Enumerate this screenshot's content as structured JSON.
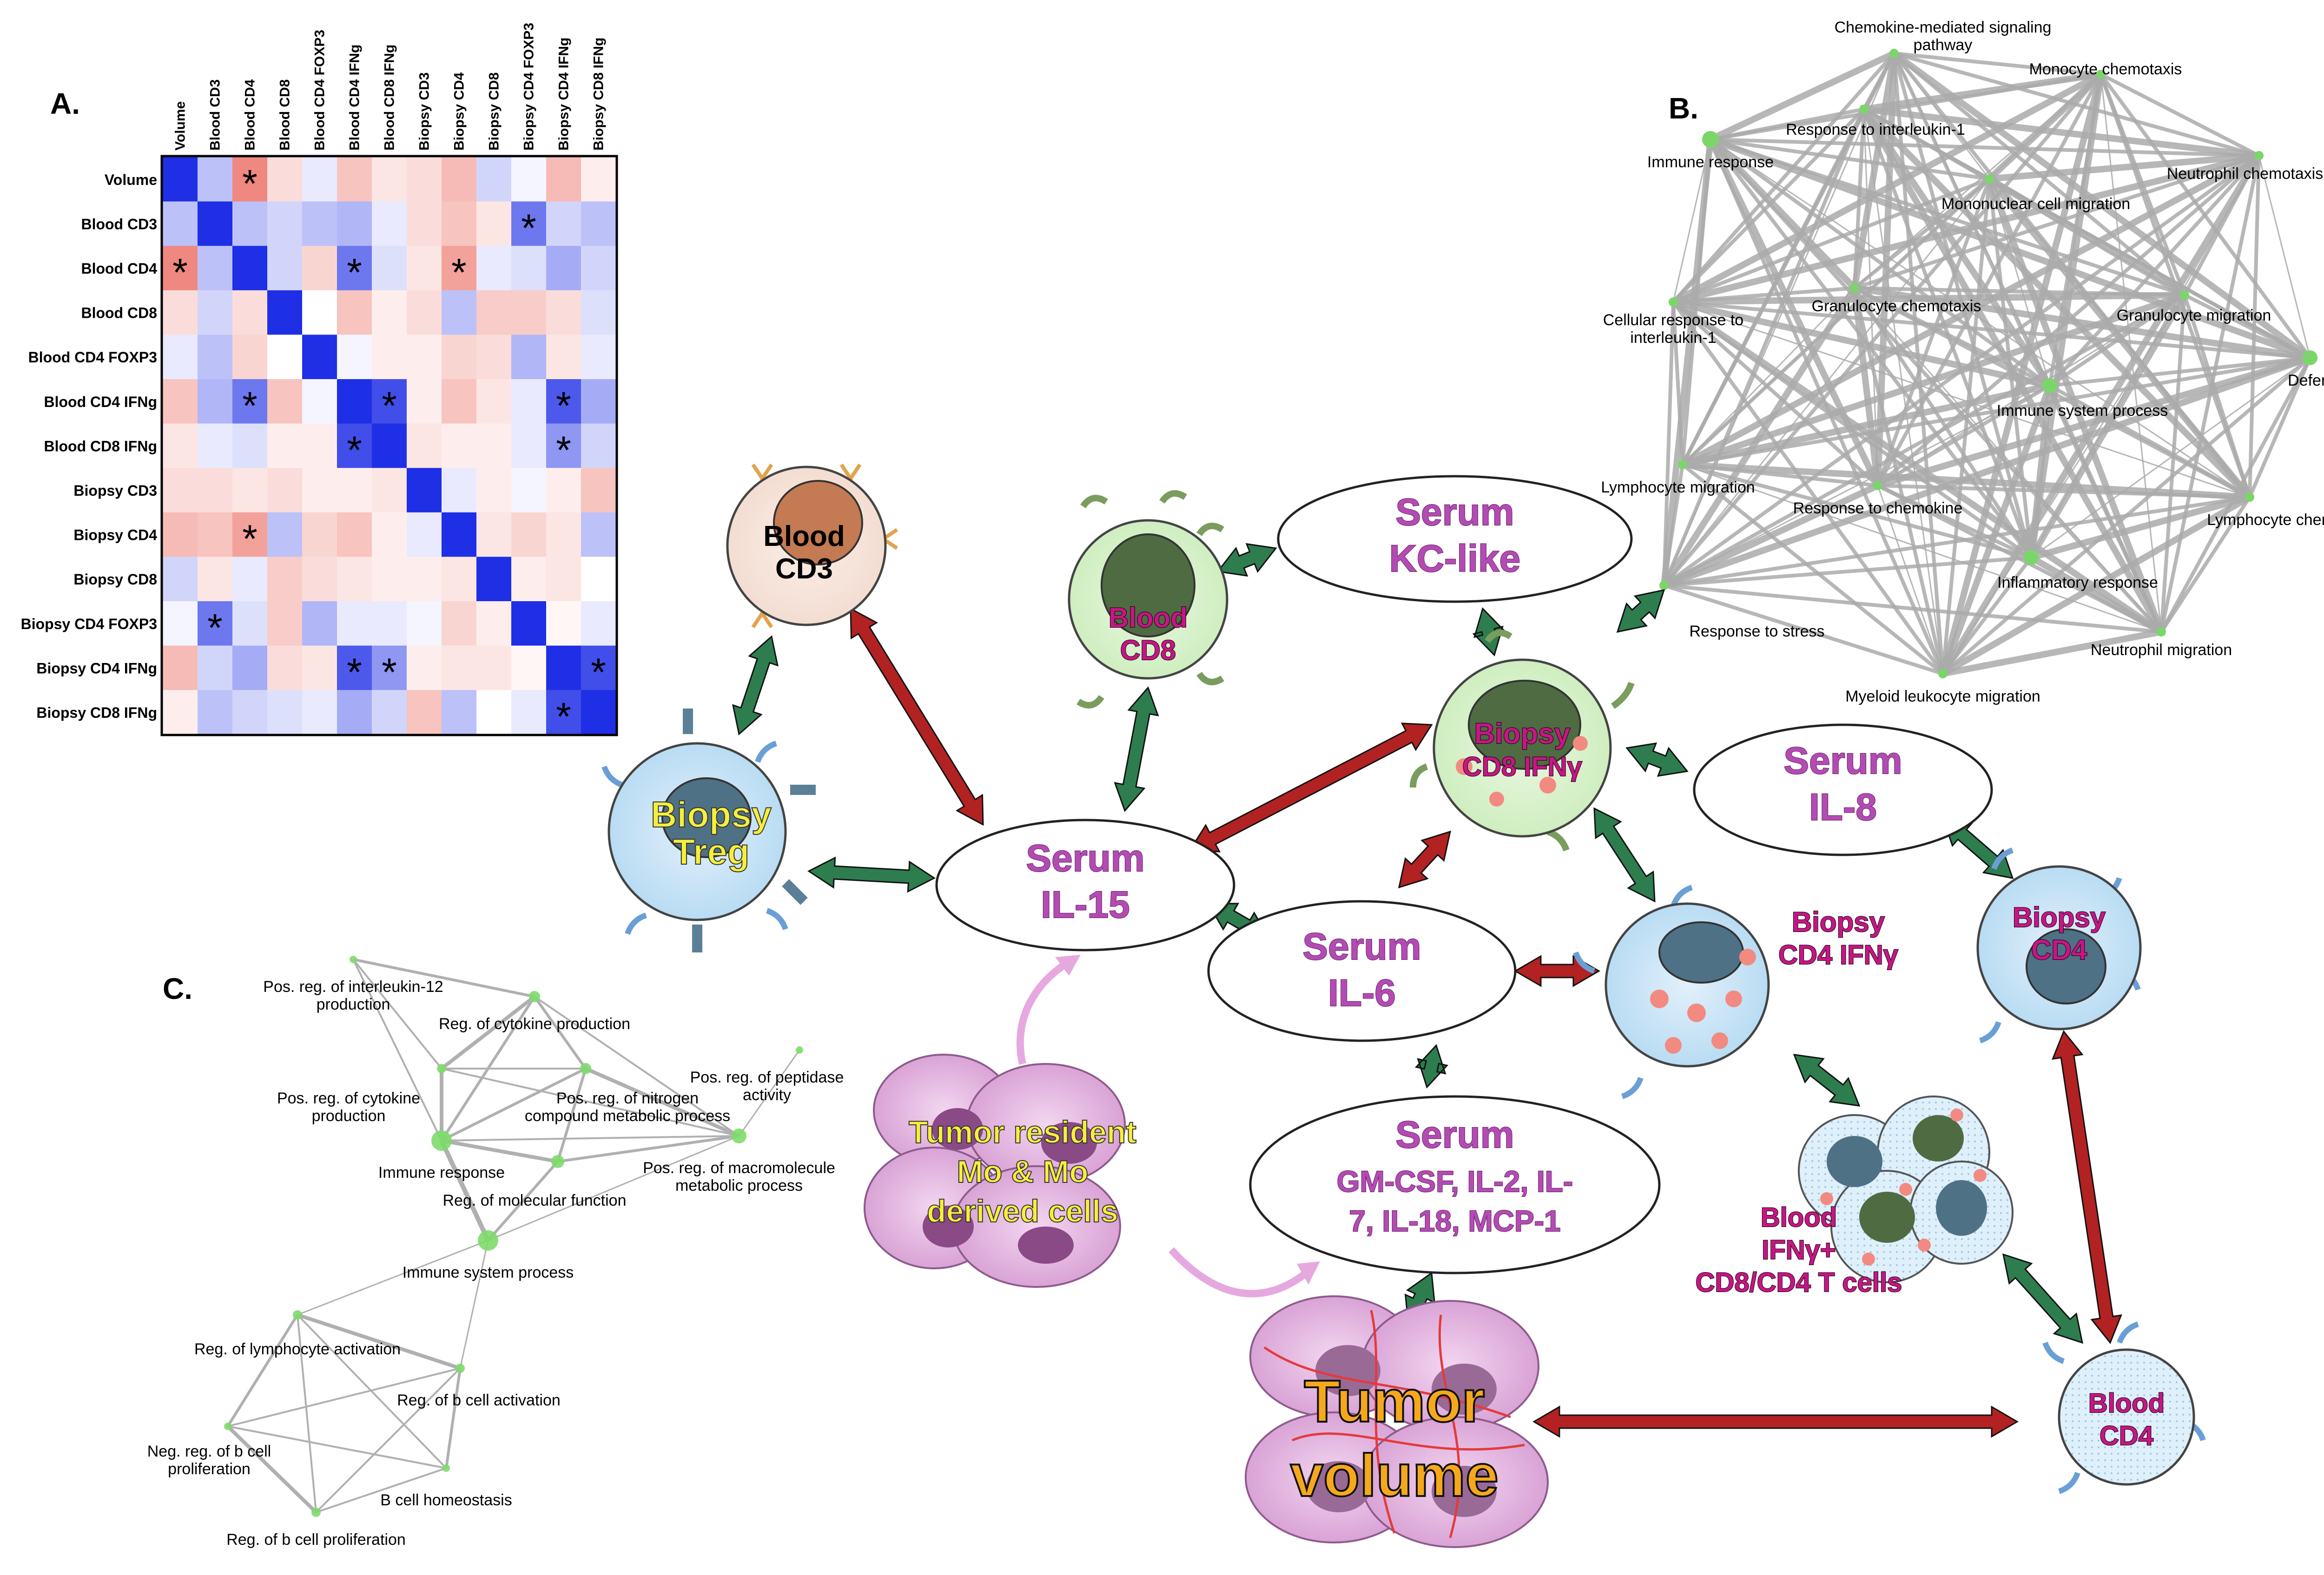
{
  "panels": {
    "A": "A.",
    "B": "B.",
    "C": "C."
  },
  "matrix": {
    "labels": [
      "Volume",
      "Blood CD3",
      "Blood CD4",
      "Blood CD8",
      "Blood CD4 FOXP3",
      "Blood CD4 IFNg",
      "Blood CD8 IFNg",
      "Biopsy CD3",
      "Biopsy CD4",
      "Biopsy CD8",
      "Biopsy CD4 FOXP3",
      "Biopsy CD4 IFNg",
      "Biopsy CD8 IFNg"
    ],
    "values": [
      [
        1.0,
        -0.3,
        0.7,
        0.2,
        -0.1,
        0.35,
        0.15,
        0.2,
        0.4,
        -0.2,
        -0.05,
        0.4,
        0.1
      ],
      [
        -0.3,
        1.0,
        -0.3,
        -0.2,
        -0.3,
        -0.35,
        -0.1,
        0.2,
        0.35,
        0.15,
        -0.65,
        -0.2,
        -0.3
      ],
      [
        0.7,
        -0.3,
        1.0,
        -0.2,
        0.25,
        -0.65,
        -0.15,
        0.15,
        0.55,
        -0.1,
        -0.15,
        -0.4,
        -0.2
      ],
      [
        0.2,
        -0.2,
        0.2,
        1.0,
        0.0,
        0.35,
        0.1,
        0.2,
        -0.3,
        0.3,
        0.3,
        0.2,
        -0.15
      ],
      [
        -0.1,
        -0.3,
        0.25,
        0.0,
        1.0,
        -0.05,
        0.1,
        0.1,
        0.25,
        0.2,
        -0.35,
        0.15,
        -0.1
      ],
      [
        0.35,
        -0.35,
        -0.65,
        0.35,
        -0.05,
        1.0,
        -0.85,
        0.1,
        0.35,
        0.15,
        -0.1,
        -0.8,
        -0.4
      ],
      [
        0.15,
        -0.1,
        -0.15,
        0.1,
        0.1,
        -0.85,
        1.0,
        0.15,
        0.1,
        0.1,
        -0.1,
        -0.5,
        -0.2
      ],
      [
        0.2,
        0.2,
        0.15,
        0.2,
        0.1,
        0.1,
        0.15,
        1.0,
        -0.1,
        0.1,
        -0.05,
        0.1,
        0.35
      ],
      [
        0.4,
        0.35,
        0.55,
        -0.3,
        0.25,
        0.35,
        0.1,
        -0.1,
        1.0,
        0.15,
        0.25,
        0.15,
        -0.3
      ],
      [
        -0.2,
        0.15,
        -0.1,
        0.3,
        0.2,
        0.15,
        0.1,
        0.1,
        0.15,
        1.0,
        0.1,
        0.15,
        0.0
      ],
      [
        -0.05,
        -0.65,
        -0.15,
        0.3,
        -0.35,
        -0.1,
        -0.1,
        -0.05,
        0.25,
        0.1,
        1.0,
        0.05,
        -0.1
      ],
      [
        0.4,
        -0.2,
        -0.4,
        0.2,
        0.15,
        -0.8,
        -0.5,
        0.1,
        0.15,
        0.15,
        0.05,
        1.0,
        -0.85
      ],
      [
        0.1,
        -0.3,
        -0.2,
        -0.15,
        -0.1,
        -0.4,
        -0.2,
        0.35,
        -0.3,
        0.0,
        -0.1,
        -0.85,
        1.0
      ]
    ],
    "stars": [
      [
        0,
        2
      ],
      [
        1,
        10
      ],
      [
        2,
        0
      ],
      [
        2,
        5
      ],
      [
        2,
        8
      ],
      [
        5,
        2
      ],
      [
        5,
        6
      ],
      [
        5,
        11
      ],
      [
        6,
        5
      ],
      [
        6,
        11
      ],
      [
        8,
        2
      ],
      [
        10,
        1
      ],
      [
        11,
        5
      ],
      [
        11,
        6
      ],
      [
        11,
        12
      ],
      [
        12,
        11
      ]
    ],
    "star_symbol": "*",
    "pos_color": "#e8554a",
    "neg_color": "#1f2fe6"
  },
  "network_b": {
    "nodes": [
      {
        "label": "Chemokine-mediated signaling pathway",
        "size": 10
      },
      {
        "label": "Monocyte chemotaxis",
        "size": 10
      },
      {
        "label": "Response to interleukin-1",
        "size": 10
      },
      {
        "label": "Immune response",
        "size": 18
      },
      {
        "label": "Neutrophil chemotaxis",
        "size": 10
      },
      {
        "label": "Mononuclear cell migration",
        "size": 10
      },
      {
        "label": "Granulocyte chemotaxis",
        "size": 10
      },
      {
        "label": "Granulocyte migration",
        "size": 10
      },
      {
        "label": "Cellular response to interleukin-1",
        "size": 10
      },
      {
        "label": "Defense response",
        "size": 16
      },
      {
        "label": "Immune system process",
        "size": 16
      },
      {
        "label": "Lymphocyte migration",
        "size": 10
      },
      {
        "label": "Response to chemokine",
        "size": 10
      },
      {
        "label": "Lymphocyte chemotaxis",
        "size": 10
      },
      {
        "label": "Inflammatory response",
        "size": 16
      },
      {
        "label": "Response to stress",
        "size": 10
      },
      {
        "label": "Neutrophil migration",
        "size": 10
      },
      {
        "label": "Myeloid leukocyte migration",
        "size": 10
      }
    ],
    "node_color": "#7bd66a",
    "edge_color": "#aaaaaa"
  },
  "network_c": {
    "nodes": [
      {
        "label": "Pos. reg. of interleukin-12 production",
        "size": 8
      },
      {
        "label": "Reg. of cytokine production",
        "size": 12
      },
      {
        "label": "Pos. reg. of peptidase activity",
        "size": 8
      },
      {
        "label": "Pos. reg. of cytokine production",
        "size": 10
      },
      {
        "label": "Pos. reg. of nitrogen compound metabolic process",
        "size": 12
      },
      {
        "label": "Immune response",
        "size": 22
      },
      {
        "label": "Pos. reg. of macromolecule metabolic process",
        "size": 16
      },
      {
        "label": "Reg. of molecular function",
        "size": 14
      },
      {
        "label": "Immune system process",
        "size": 22
      },
      {
        "label": "Reg. of lymphocyte activation",
        "size": 10
      },
      {
        "label": "Reg. of b cell activation",
        "size": 10
      },
      {
        "label": "Neg. reg. of b cell proliferation",
        "size": 8
      },
      {
        "label": "B cell homeostasis",
        "size": 8
      },
      {
        "label": "Reg. of b cell proliferation",
        "size": 10
      }
    ]
  },
  "diagram": {
    "cells": {
      "blood_cd3": [
        "Blood",
        "CD3"
      ],
      "blood_cd8": [
        "Blood",
        "CD8"
      ],
      "biopsy_treg": [
        "Biopsy",
        "Treg"
      ],
      "biopsy_cd8_ifng": [
        "Biopsy",
        "CD8 IFNγ"
      ],
      "biopsy_cd4_ifng": [
        "Biopsy",
        "CD4 IFNγ"
      ],
      "biopsy_cd4": [
        "Biopsy",
        "CD4"
      ],
      "blood_ifng": [
        "Blood",
        "IFNγ+",
        "CD8/CD4 T cells"
      ],
      "blood_cd4": [
        "Blood",
        "CD4"
      ],
      "tumor_resident": [
        "Tumor resident",
        "Mo & Mo",
        "derived cells"
      ],
      "tumor_volume": [
        "Tumor",
        "volume"
      ]
    },
    "serum": {
      "kc_like": [
        "Serum",
        "KC-like"
      ],
      "il15": [
        "Serum",
        "IL-15"
      ],
      "il8": [
        "Serum",
        "IL-8"
      ],
      "il6": [
        "Serum",
        "IL-6"
      ],
      "multi": [
        "Serum",
        "GM-CSF, IL-2, IL-",
        "7, IL-18, MCP-1"
      ]
    },
    "colors": {
      "positive_arrow": "#2e7d4f",
      "negative_arrow": "#b22222",
      "serum_text": "#b44bb4",
      "cell_text": "#c71585"
    }
  }
}
